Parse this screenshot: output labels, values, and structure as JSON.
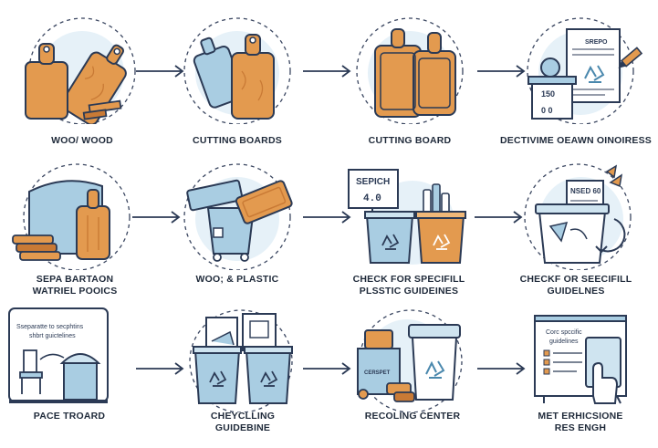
{
  "colors": {
    "wood": "#e39a4f",
    "wood_dark": "#c97a35",
    "blue_light": "#cfe4f0",
    "blue": "#a9cde2",
    "outline": "#2b3a55",
    "dash": "#3a4660"
  },
  "rows": [
    {
      "steps": [
        {
          "icon": "wood-boards-icon",
          "label_lines": [
            "WOO/ WOOD"
          ]
        },
        {
          "icon": "cutting-boards-icon",
          "label_lines": [
            "CUTTING BOARDS"
          ]
        },
        {
          "icon": "cutting-board-icon",
          "label_lines": [
            "CUTTING BOARD"
          ]
        },
        {
          "icon": "document-recycle-icon",
          "label_lines": [
            "DECTIVIME OEAWN OINOIRESS"
          ]
        }
      ]
    },
    {
      "steps": [
        {
          "icon": "separate-materials-icon",
          "label_lines": [
            "SEPA BARTAON",
            "WATRIEL POOICS"
          ]
        },
        {
          "icon": "wood-plastic-bin-icon",
          "label_lines": [
            "WOO; & PLASTIC"
          ]
        },
        {
          "icon": "recycle-bins-sign-icon",
          "label_lines": [
            "CHECK FOR SPECIFILL",
            "PLSSTIC GUIDEINES"
          ],
          "sign_lines": [
            "SEPICH",
            "4.0"
          ]
        },
        {
          "icon": "recycle-bin-check-icon",
          "label_lines": [
            "CHECKF OR SEECIFILL",
            "GUIDELNES"
          ],
          "sign_lines": [
            "NSED 60"
          ]
        }
      ]
    },
    {
      "steps": [
        {
          "icon": "place-board-icon",
          "label_lines": [
            "PACE TROARD"
          ],
          "note_lines": [
            "Sseparatte to secphtins",
            "shbrt guictelines"
          ]
        },
        {
          "icon": "recycling-bins-icon",
          "label_lines": [
            "CHEYCLLING",
            "GUIDEBINE"
          ]
        },
        {
          "icon": "recycling-center-icon",
          "label_lines": [
            "RECOLING CENTER"
          ],
          "sign_lines": [
            "CERSPET"
          ]
        },
        {
          "icon": "guidelines-screen-icon",
          "label_lines": [
            "MET ERHICSIONE",
            "RES ENGH"
          ],
          "note_lines": [
            "Corc spccific",
            "guidelines"
          ]
        }
      ]
    }
  ],
  "doc_texts": [
    "SREPO",
    "150",
    "0 0"
  ]
}
